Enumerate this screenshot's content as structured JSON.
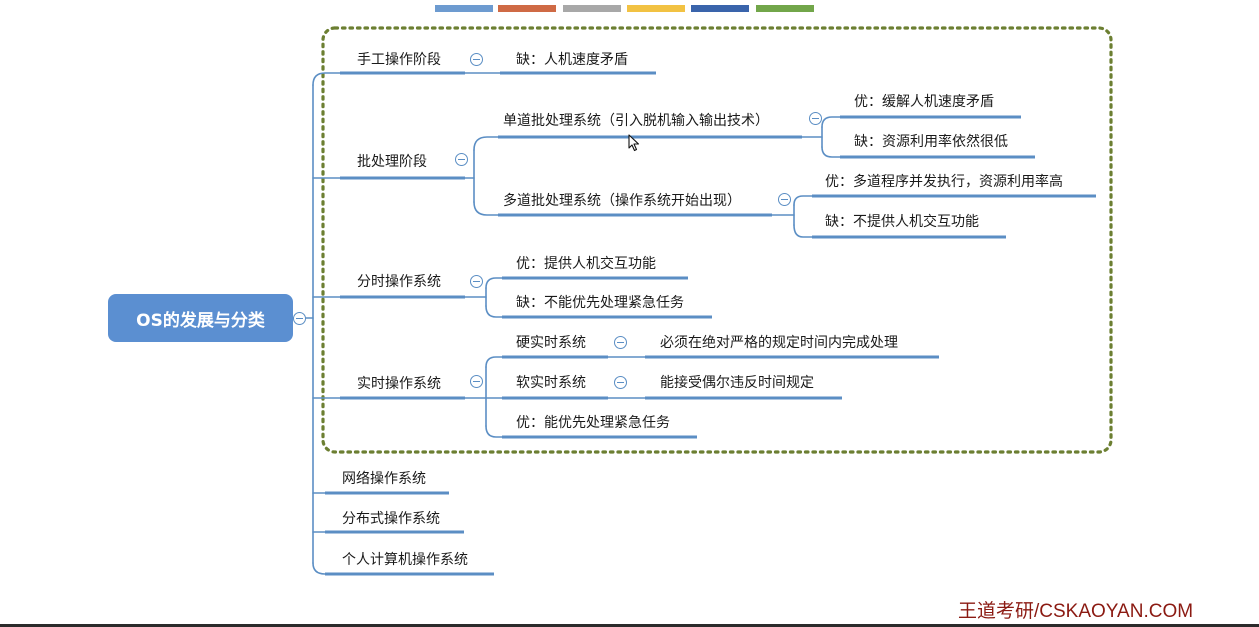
{
  "colors": {
    "branch_line": "#5b8ec4",
    "root_fill": "#5b8fd1",
    "dotted_frame": "#6c7f32",
    "watermark": "#8b1a12",
    "swatches": [
      "#6d9bd0",
      "#cf6a45",
      "#a8a8a8",
      "#f2c243",
      "#3a64ab",
      "#72a64a"
    ]
  },
  "root": {
    "label": "OS的发展与分类"
  },
  "branches": {
    "manual": {
      "label": "手工操作阶段",
      "children": {
        "con": "缺：人机速度矛盾"
      }
    },
    "batch": {
      "label": "批处理阶段",
      "single": {
        "label": "单道批处理系统（引入脱机输入输出技术）",
        "pro": "优：缓解人机速度矛盾",
        "con": "缺：资源利用率依然很低"
      },
      "multi": {
        "label": "多道批处理系统（操作系统开始出现）",
        "pro": "优：多道程序并发执行，资源利用率高",
        "con": "缺：不提供人机交互功能"
      }
    },
    "timeshare": {
      "label": "分时操作系统",
      "pro": "优：提供人机交互功能",
      "con": "缺：不能优先处理紧急任务"
    },
    "realtime": {
      "label": "实时操作系统",
      "hard": {
        "label": "硬实时系统",
        "desc": "必须在绝对严格的规定时间内完成处理"
      },
      "soft": {
        "label": "软实时系统",
        "desc": "能接受偶尔违反时间规定"
      },
      "pro": "优：能优先处理紧急任务"
    },
    "network": {
      "label": "网络操作系统"
    },
    "distributed": {
      "label": "分布式操作系统"
    },
    "personal": {
      "label": "个人计算机操作系统"
    }
  },
  "watermark": {
    "text": "王道考研/CSKAOYAN.COM"
  },
  "icons": {
    "collapse": "minus-circle-icon",
    "cursor": "mouse-pointer-icon"
  }
}
